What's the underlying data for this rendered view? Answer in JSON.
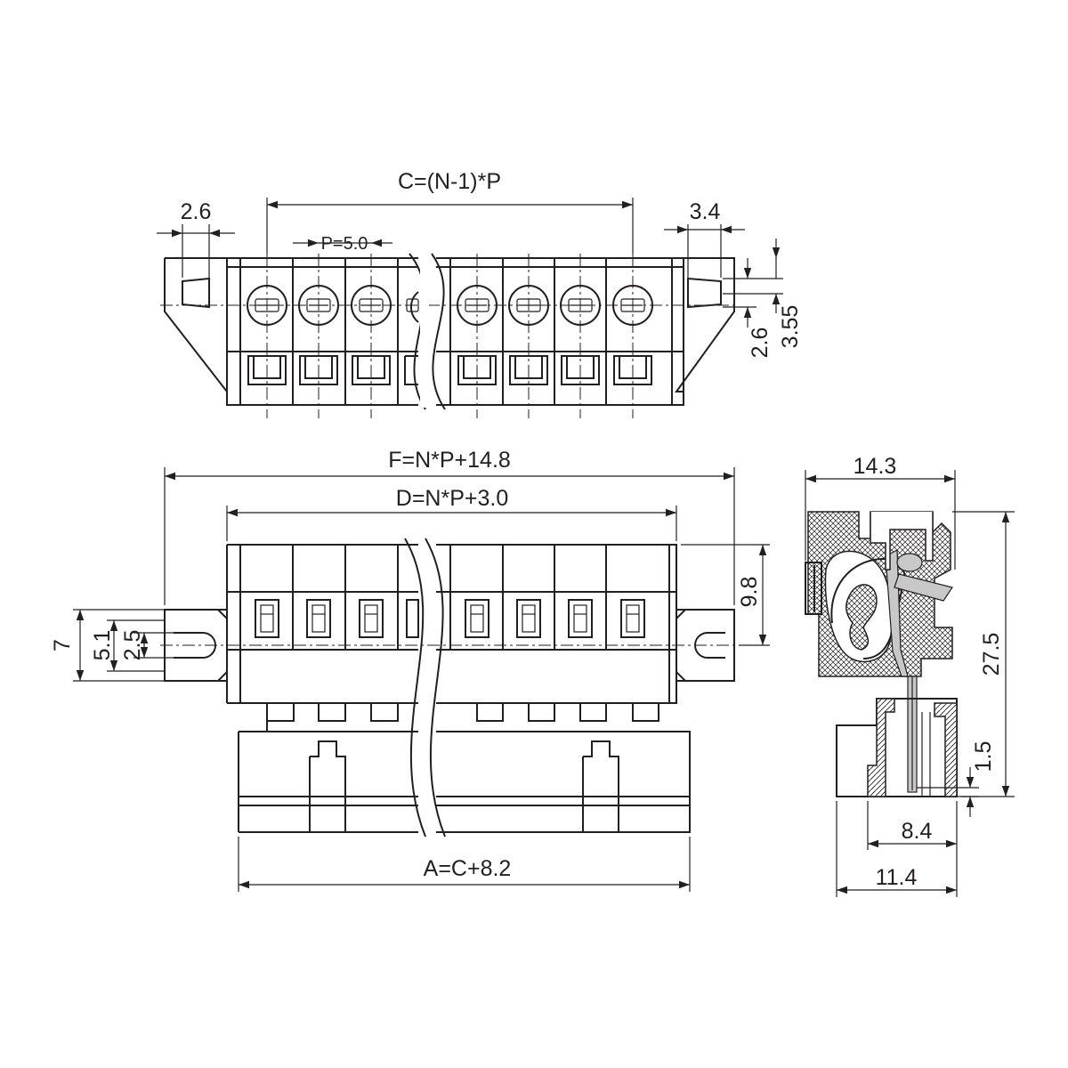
{
  "top_view": {
    "dim_c": "C=(N-1)*P",
    "dim_pitch": "P=5.0",
    "dim_left_ear": "2.6",
    "dim_right_ear": "3.4",
    "dim_hole_small": "2.6",
    "dim_hole_large": "3.55"
  },
  "front_view": {
    "dim_f": "F=N*P+14.8",
    "dim_d": "D=N*P+3.0",
    "dim_height": "9.8",
    "dim_flange_7": "7",
    "dim_flange_5_1": "5.1",
    "dim_flange_2_5": "2.5",
    "dim_a": "A=C+8.2"
  },
  "side_view": {
    "dim_width": "14.3",
    "dim_height": "27.5",
    "dim_pin": "1.5",
    "dim_header_inner": "8.4",
    "dim_header_outer": "11.4"
  }
}
